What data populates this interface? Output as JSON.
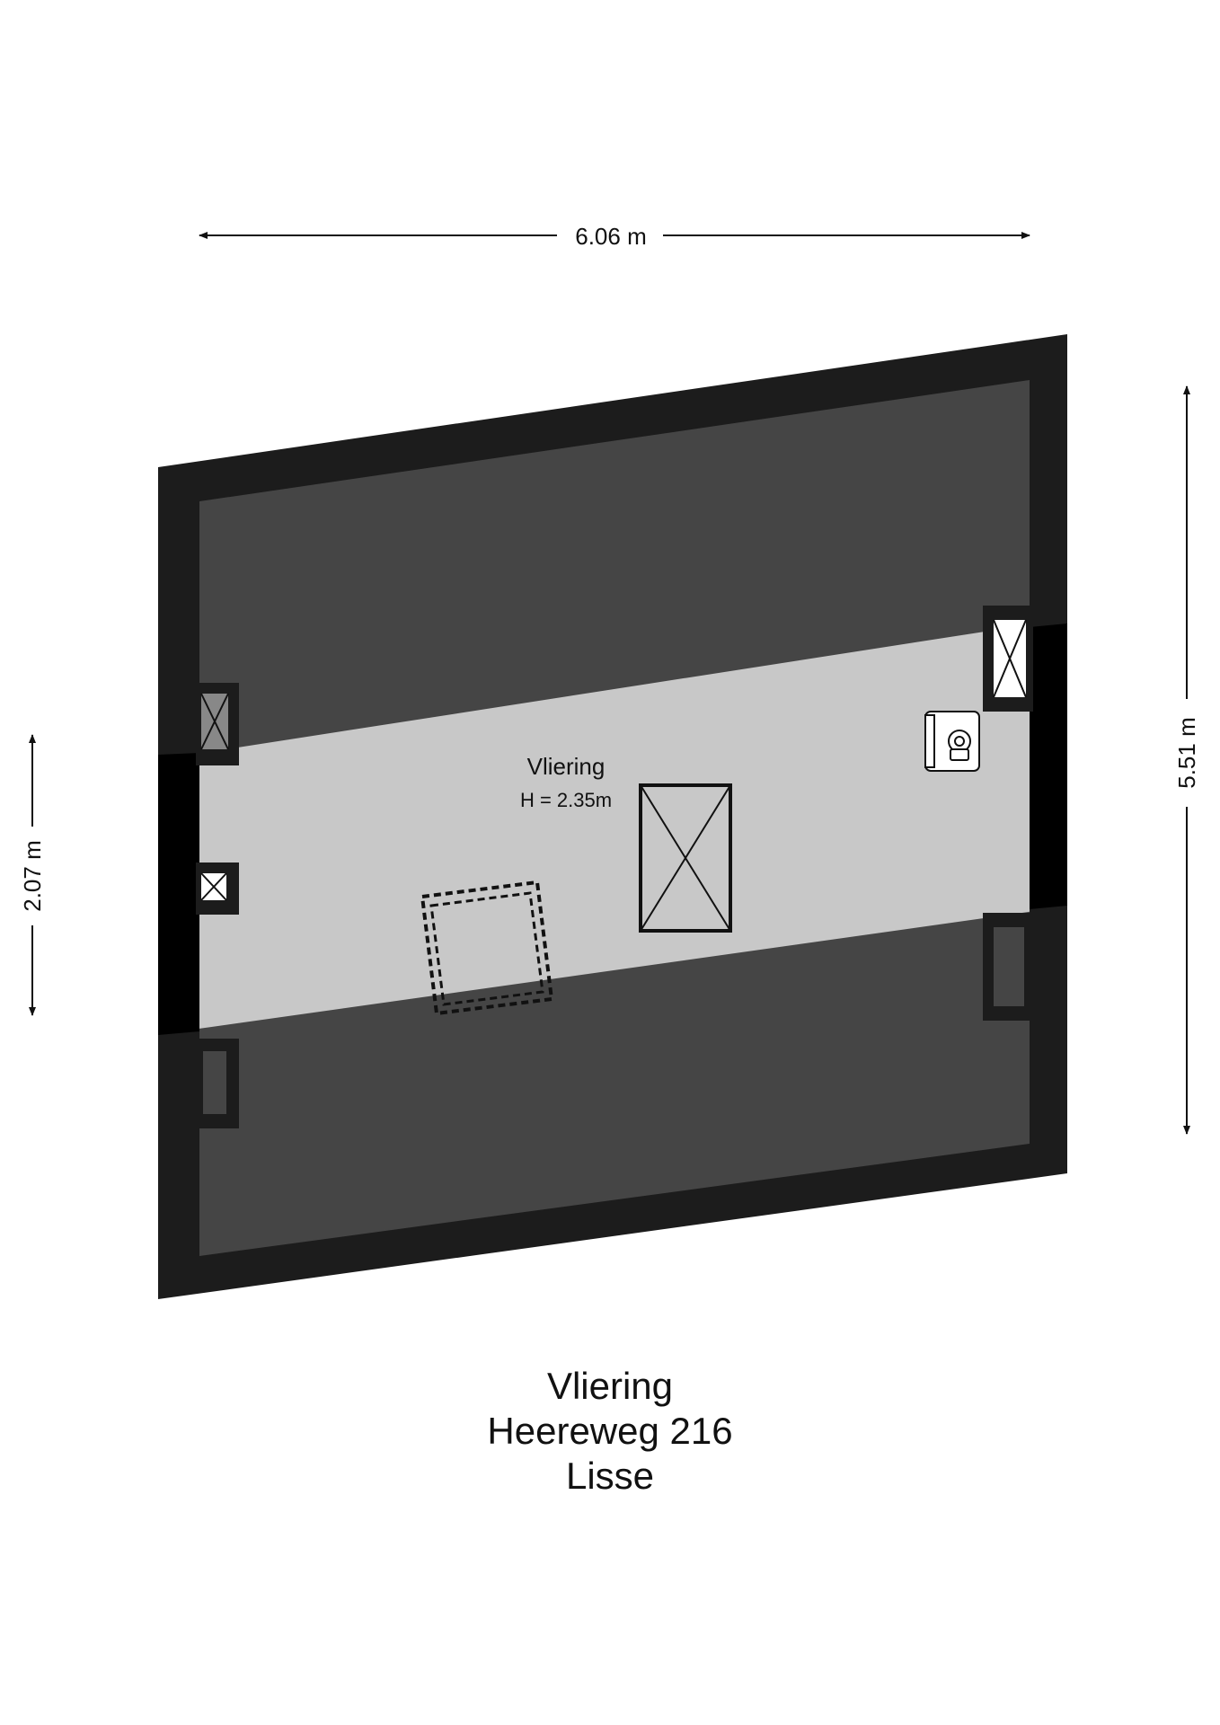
{
  "dimensions": {
    "width_label": "6.06 m",
    "depth_label": "5.51 m",
    "inner_label": "2.07 m"
  },
  "room": {
    "name": "Vliering",
    "height_label": "H = 2.35m"
  },
  "caption": {
    "floor": "Vliering",
    "street": "Heereweg 216",
    "city": "Lisse"
  },
  "colors": {
    "wall": "#1c1c1c",
    "low_ceiling_area": "#454545",
    "full_height_area": "#c8c8c8",
    "background": "#ffffff"
  }
}
